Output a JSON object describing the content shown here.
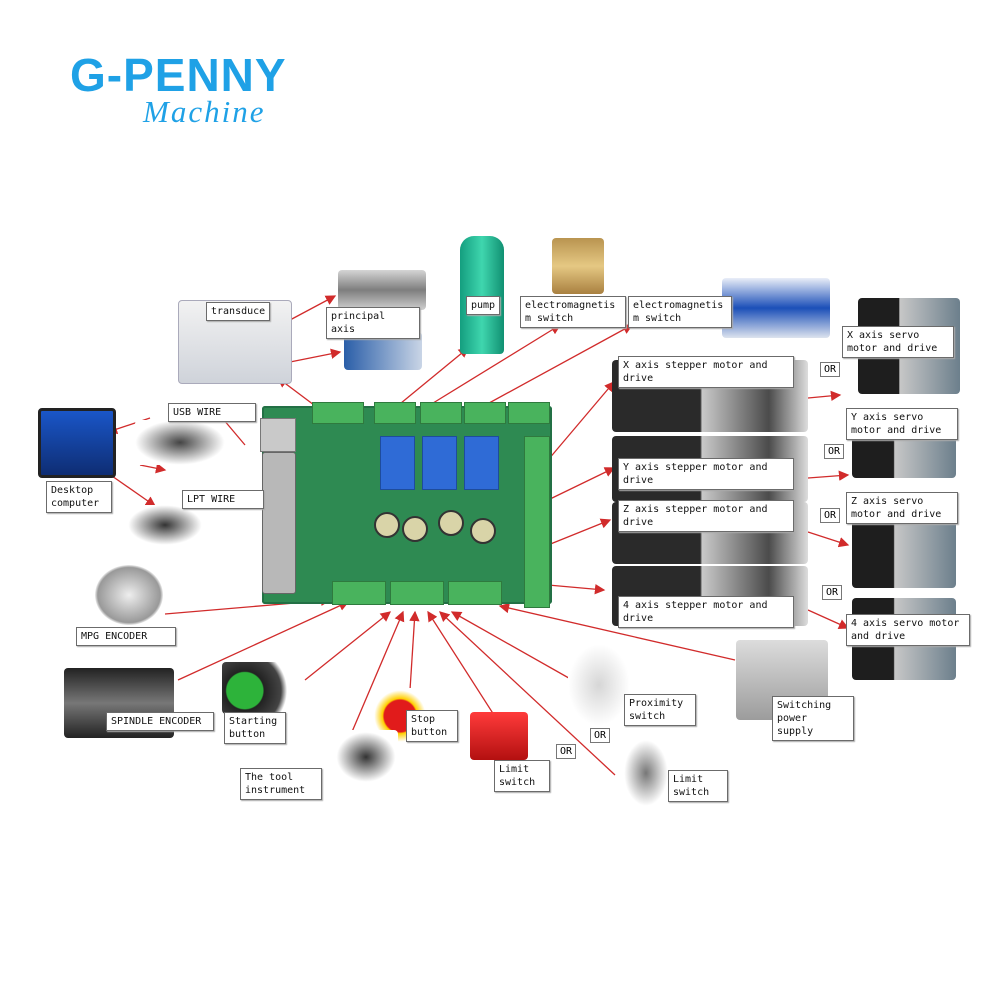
{
  "brand": {
    "name": "G-PENNY",
    "sub": "Machine"
  },
  "colors": {
    "brand": "#1fa1e6",
    "wire": "#d12b2b",
    "board": "#2e8a52",
    "terminal": "#49b35d"
  },
  "labels": {
    "transduce": "transduce",
    "principal_axis": "principal axis",
    "pump": "pump",
    "em_switch_1": "electromagnetis\nm  switch",
    "em_switch_2": "electromagnetis\nm  switch",
    "x_stepper": "X axis stepper motor and\ndrive",
    "y_stepper": "Y axis stepper motor and\ndrive",
    "z_stepper": "Z axis stepper motor and\ndrive",
    "a4_stepper": "4 axis stepper motor and\ndrive",
    "x_servo": "X axis servo\nmotor and drive",
    "y_servo": "Y axis servo\nmotor and drive",
    "z_servo": "Z axis servo\nmotor and drive",
    "a4_servo": "4 axis servo motor\nand drive",
    "usb_wire": "USB WIRE",
    "lpt_wire": "LPT WIRE",
    "desktop": "Desktop\ncomputer",
    "mpg": "MPG ENCODER",
    "spindle_encoder": "SPINDLE ENCODER",
    "starting": "Starting\nbutton",
    "stop": "Stop\nbutton",
    "tool": "The tool\ninstrument",
    "limit1": "Limit\nswitch",
    "limit2": "Limit\nswitch",
    "proximity": "Proximity\nswitch",
    "power": "Switching\npower supply",
    "or": "OR"
  }
}
